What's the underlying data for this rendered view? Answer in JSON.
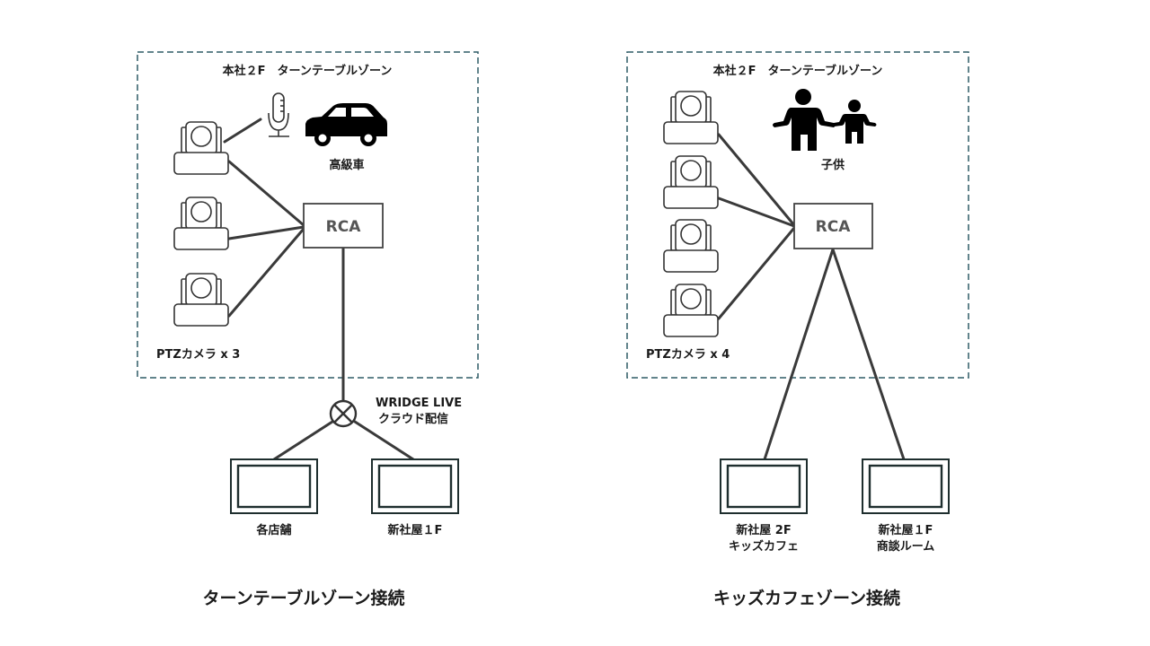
{
  "colors": {
    "zone_border": "#2e5b66",
    "wire": "#3a3a3a",
    "rca_text": "#555555",
    "icon_fill": "#000000"
  },
  "left_diagram": {
    "zone_title": "本社２F　ターンテーブルゾーン",
    "camera_label": "PTZカメラ x 3",
    "camera_count": 3,
    "car_label": "高級車",
    "rca_label": "RCA",
    "cloud_label_line1": "WRIDGE LIVE",
    "cloud_label_line2": "クラウド配信",
    "monitors": [
      {
        "line1": "各店舗",
        "line2": ""
      },
      {
        "line1": "新社屋１F",
        "line2": ""
      }
    ],
    "caption": "ターンテーブルゾーン接続"
  },
  "right_diagram": {
    "zone_title": "本社２F　ターンテーブルゾーン",
    "camera_label": "PTZカメラ x 4",
    "camera_count": 4,
    "kids_label": "子供",
    "rca_label": "RCA",
    "monitors": [
      {
        "line1": "新社屋 2F",
        "line2": "キッズカフェ"
      },
      {
        "line1": "新社屋１F",
        "line2": "商談ルーム"
      }
    ],
    "caption": "キッズカフェゾーン接続"
  }
}
